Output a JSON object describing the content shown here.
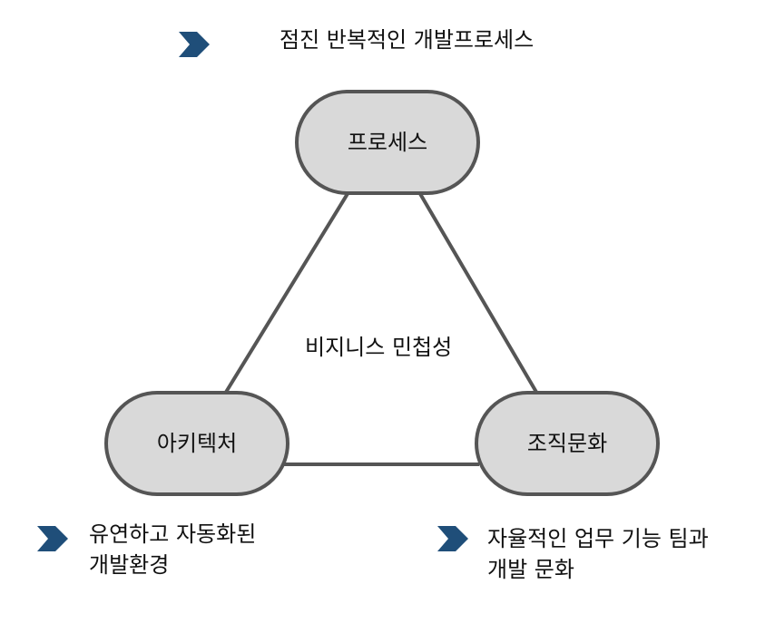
{
  "title": "점진 반복적인 개발프로세스",
  "center_label": "비지니스 민첩성",
  "nodes": {
    "top": "프로세스",
    "bottom_left": "아키텍처",
    "bottom_right": "조직문화"
  },
  "notes": {
    "left": {
      "line1": "유연하고 자동화된",
      "line2": "개발환경"
    },
    "right": {
      "line1": "자율적인 업무 기능 팀과",
      "line2": "개발 문화"
    }
  },
  "colors": {
    "node_fill": "#d9d9d9",
    "node_stroke": "#555555",
    "edge": "#555555",
    "arrow": "#1f4e79"
  },
  "icons": {
    "title_arrow": "chevron-right-icon",
    "left_arrow": "chevron-right-icon",
    "right_arrow": "chevron-right-icon"
  }
}
